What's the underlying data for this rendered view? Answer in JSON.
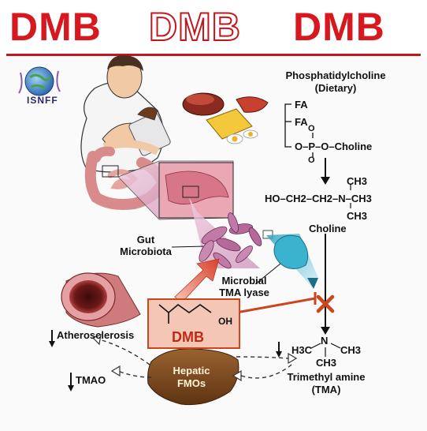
{
  "banner": {
    "left": "DMB",
    "middle": "DMB",
    "right": "DMB"
  },
  "logo": {
    "text": "ISNFF"
  },
  "chemistry": {
    "title_line1": "Phosphatidylcholine",
    "title_line2": "(Dietary)",
    "fa1": "FA",
    "fa2": "FA",
    "phospho_O_top": "O",
    "phospho_O_bottom": "O",
    "phospho_chain": "O–P–O–Choline",
    "choline_formula": "HO–CH2–CH2–N–CH3",
    "choline_ch3_top": "CH3",
    "choline_ch3_bottom": "CH3",
    "choline_label": "Choline",
    "tma_h3c": "H3C",
    "tma_n": "N",
    "tma_ch3_right": "CH3",
    "tma_ch3_bottom": "CH3",
    "tma_label_line1": "Trimethyl amine",
    "tma_label_line2": "(TMA)"
  },
  "labels": {
    "gut_line1": "Gut",
    "gut_line2": "Microbiota",
    "lyase_line1": "Microbial",
    "lyase_line2": "TMA lyase",
    "atherosclerosis": "Atherosclerosis",
    "tmao": "TMAO",
    "hepatic_line1": "Hepatic",
    "hepatic_line2": "FMOs",
    "dmb": "DMB",
    "oh": "OH"
  },
  "colors": {
    "brand_red": "#d7181f",
    "inhibit_red": "#c9461e",
    "liver_brown": "#7b4a1e",
    "artery_pink": "#d88a8a",
    "lyase_cyan": "#5fc3d6"
  }
}
